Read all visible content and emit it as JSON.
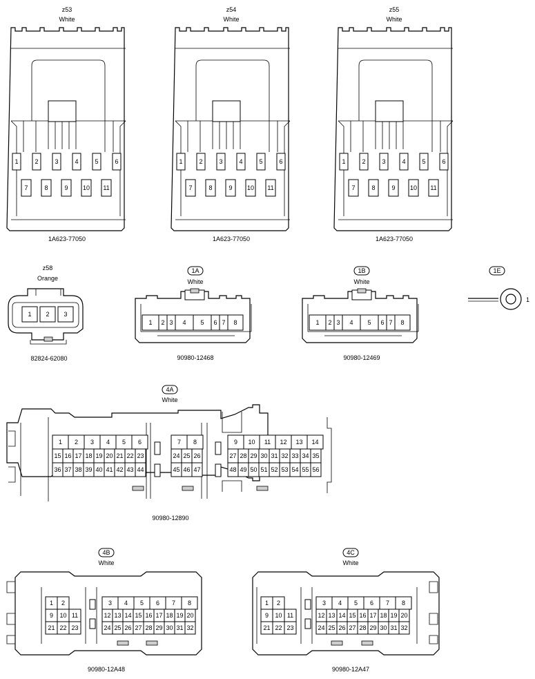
{
  "connectors": {
    "z53": {
      "id": "z53",
      "color": "White",
      "part": "1A623-77050",
      "top_pins": [
        "1",
        "2",
        "3",
        "4",
        "5",
        "6"
      ],
      "bottom_pins": [
        "7",
        "8",
        "9",
        "10",
        "11"
      ]
    },
    "z54": {
      "id": "z54",
      "color": "White",
      "part": "1A623-77050",
      "top_pins": [
        "1",
        "2",
        "3",
        "4",
        "5",
        "6"
      ],
      "bottom_pins": [
        "7",
        "8",
        "9",
        "10",
        "11"
      ]
    },
    "z55": {
      "id": "z55",
      "color": "White",
      "part": "1A623-77050",
      "top_pins": [
        "1",
        "2",
        "3",
        "4",
        "5",
        "6"
      ],
      "bottom_pins": [
        "7",
        "8",
        "9",
        "10",
        "11"
      ]
    },
    "z58": {
      "id": "z58",
      "color": "Orange",
      "part": "82824-62080",
      "pins": [
        "1",
        "2",
        "3"
      ]
    },
    "c1A": {
      "id": "1A",
      "color": "White",
      "part": "90980-12468",
      "pins": [
        "1",
        "2",
        "3",
        "4",
        "5",
        "6",
        "7",
        "8"
      ]
    },
    "c1B": {
      "id": "1B",
      "color": "White",
      "part": "90980-12469",
      "pins": [
        "1",
        "2",
        "3",
        "4",
        "5",
        "6",
        "7",
        "8"
      ]
    },
    "c1E": {
      "id": "1E",
      "pin": "1"
    },
    "c4A": {
      "id": "4A",
      "color": "White",
      "part": "90980-12890",
      "blocks": [
        {
          "rows": [
            [
              "1",
              "2",
              "3",
              "4",
              "5",
              "6"
            ],
            [
              "15",
              "16",
              "17",
              "18",
              "19",
              "20",
              "21",
              "22",
              "23"
            ],
            [
              "36",
              "37",
              "38",
              "39",
              "40",
              "41",
              "42",
              "43",
              "44"
            ]
          ]
        },
        {
          "rows": [
            [
              "7",
              "8"
            ],
            [
              "24",
              "25",
              "26"
            ],
            [
              "45",
              "46",
              "47"
            ]
          ]
        },
        {
          "rows": [
            [
              "9",
              "10",
              "11",
              "12",
              "13",
              "14"
            ],
            [
              "27",
              "28",
              "29",
              "30",
              "31",
              "32",
              "33",
              "34",
              "35"
            ],
            [
              "48",
              "49",
              "50",
              "51",
              "52",
              "53",
              "54",
              "55",
              "56"
            ]
          ]
        }
      ]
    },
    "c4B": {
      "id": "4B",
      "color": "White",
      "part": "90980-12A48",
      "blocks": [
        {
          "rows": [
            [
              "1",
              "2"
            ],
            [
              "9",
              "10",
              "11"
            ],
            [
              "21",
              "22",
              "23"
            ]
          ]
        },
        {
          "rows": [
            [
              "3",
              "4",
              "5",
              "6",
              "7",
              "8"
            ],
            [
              "12",
              "13",
              "14",
              "15",
              "16",
              "17",
              "18",
              "19",
              "20"
            ],
            [
              "24",
              "25",
              "26",
              "27",
              "28",
              "29",
              "30",
              "31",
              "32"
            ]
          ]
        }
      ]
    },
    "c4C": {
      "id": "4C",
      "color": "White",
      "part": "90980-12A47",
      "blocks": [
        {
          "rows": [
            [
              "1",
              "2"
            ],
            [
              "9",
              "10",
              "11"
            ],
            [
              "21",
              "22",
              "23"
            ]
          ]
        },
        {
          "rows": [
            [
              "3",
              "4",
              "5",
              "6",
              "7",
              "8"
            ],
            [
              "12",
              "13",
              "14",
              "15",
              "16",
              "17",
              "18",
              "19",
              "20"
            ],
            [
              "24",
              "25",
              "26",
              "27",
              "28",
              "29",
              "30",
              "31",
              "32"
            ]
          ]
        }
      ]
    }
  }
}
